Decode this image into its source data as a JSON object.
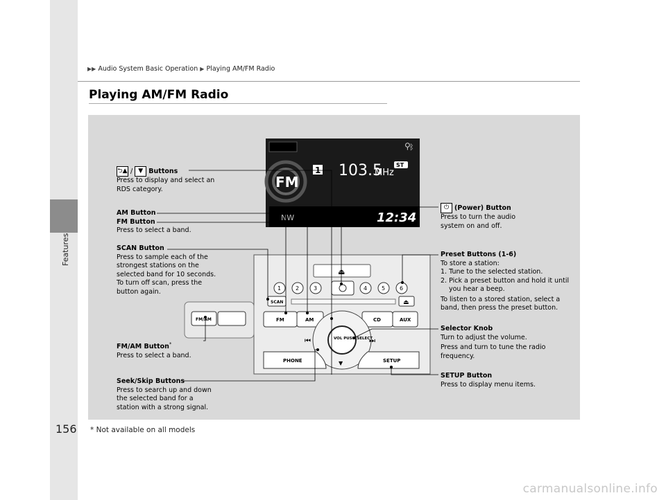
{
  "breadcrumb": {
    "part1": "Audio System Basic Operation",
    "part2": "Playing AM/FM Radio"
  },
  "page_title": "Playing AM/FM Radio",
  "side_label": "Features",
  "page_number": "156",
  "footnote": "* Not available on all models",
  "watermark": "carmanualsonline.info",
  "display": {
    "band": "FM",
    "preset": "1",
    "frequency": "103.5",
    "unit": "MHz",
    "stereo": "ST",
    "clock": "12:34",
    "compass": "NW"
  },
  "panel_buttons": {
    "scan": "SCAN",
    "fm": "FM",
    "am": "AM",
    "cd": "CD",
    "aux": "AUX",
    "phone": "PHONE",
    "setup": "SETUP",
    "fmam": "FM/AM",
    "knob": "VOL PUSH SELECT",
    "presets": [
      "1",
      "2",
      "3",
      "4",
      "5",
      "6"
    ]
  },
  "callouts": {
    "category_buttons": {
      "title": "Buttons",
      "sep": "/",
      "desc": "Press to display and select an RDS category."
    },
    "am_button": "AM Button",
    "fm_button": "FM Button",
    "am_fm_desc": "Press to select a band.",
    "scan_button": {
      "title": "SCAN Button",
      "desc": "Press to sample each of the strongest stations on the selected band for 10 seconds. To turn off scan, press the button again."
    },
    "fmam_button": {
      "title": "FM/AM Button",
      "mark": "*",
      "desc": "Press to select a band."
    },
    "seek_buttons": {
      "title": "Seek/Skip Buttons",
      "desc": "Press to search up and down the selected band for a station with a strong signal."
    },
    "power_button": {
      "title": "(Power) Button",
      "desc": "Press to turn the audio system on and off."
    },
    "preset_buttons": {
      "title": "Preset Buttons (1-6)",
      "intro": "To store a station:",
      "step1": "1.  Tune to the selected station.",
      "step2": "2.  Pick a preset button and hold it until you hear a beep.",
      "outro": "To listen to a stored station, select a band, then press the preset button."
    },
    "selector_knob": {
      "title": "Selector Knob",
      "desc1": "Turn to adjust the volume.",
      "desc2": "Press and turn to tune the radio frequency."
    },
    "setup_button": {
      "title": "SETUP Button",
      "desc": "Press to display menu items."
    }
  }
}
